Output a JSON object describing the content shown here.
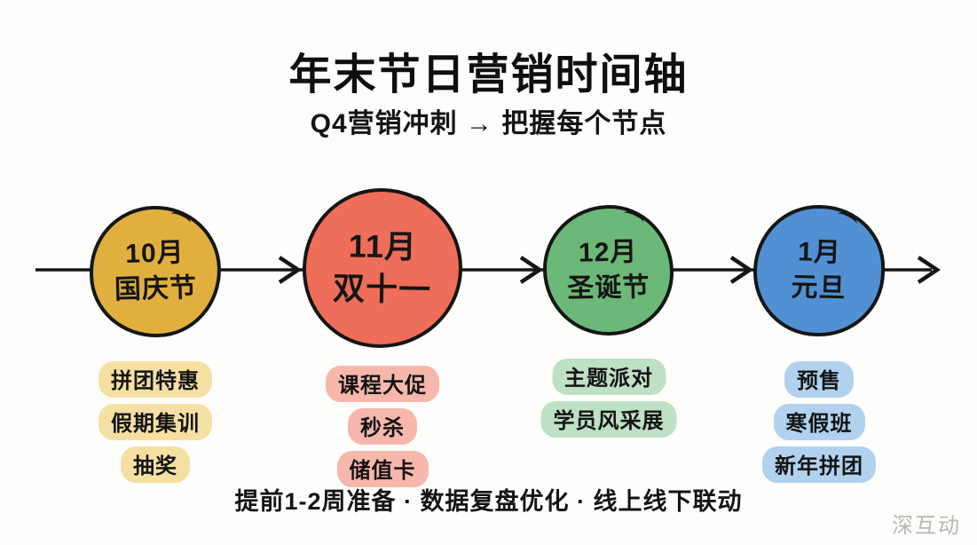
{
  "title": "年末节日营销时间轴",
  "subtitle": "Q4营销冲刺 → 把握每个节点",
  "footer": "提前1-2周准备 · 数据复盘优化 · 线上线下联动",
  "watermark": "深互动",
  "colors": {
    "background": "#fdfdfc",
    "ink": "#141414",
    "watermark_gray": "#b9b7b4"
  },
  "timeline": {
    "axis": "left-to-right arrow line",
    "nodes": [
      {
        "month": "10月",
        "event": "国庆节",
        "circle_color": "#e0af3d",
        "tag_color": "#f5e0a3",
        "emphasis": "normal",
        "tags": [
          "拼团特惠",
          "假期集训",
          "抽奖"
        ]
      },
      {
        "month": "11月",
        "event": "双十一",
        "circle_color": "#ef6e59",
        "tag_color": "#f7b7ac",
        "emphasis": "large",
        "tags": [
          "课程大促",
          "秒杀",
          "储值卡"
        ]
      },
      {
        "month": "12月",
        "event": "圣诞节",
        "circle_color": "#6cb878",
        "tag_color": "#bee0c4",
        "emphasis": "normal",
        "tags": [
          "主题派对",
          "学员风采展"
        ]
      },
      {
        "month": "1月",
        "event": "元旦",
        "circle_color": "#5190d3",
        "tag_color": "#b1d2ee",
        "emphasis": "normal",
        "tags": [
          "预售",
          "寒假班",
          "新年拼团"
        ]
      }
    ]
  }
}
